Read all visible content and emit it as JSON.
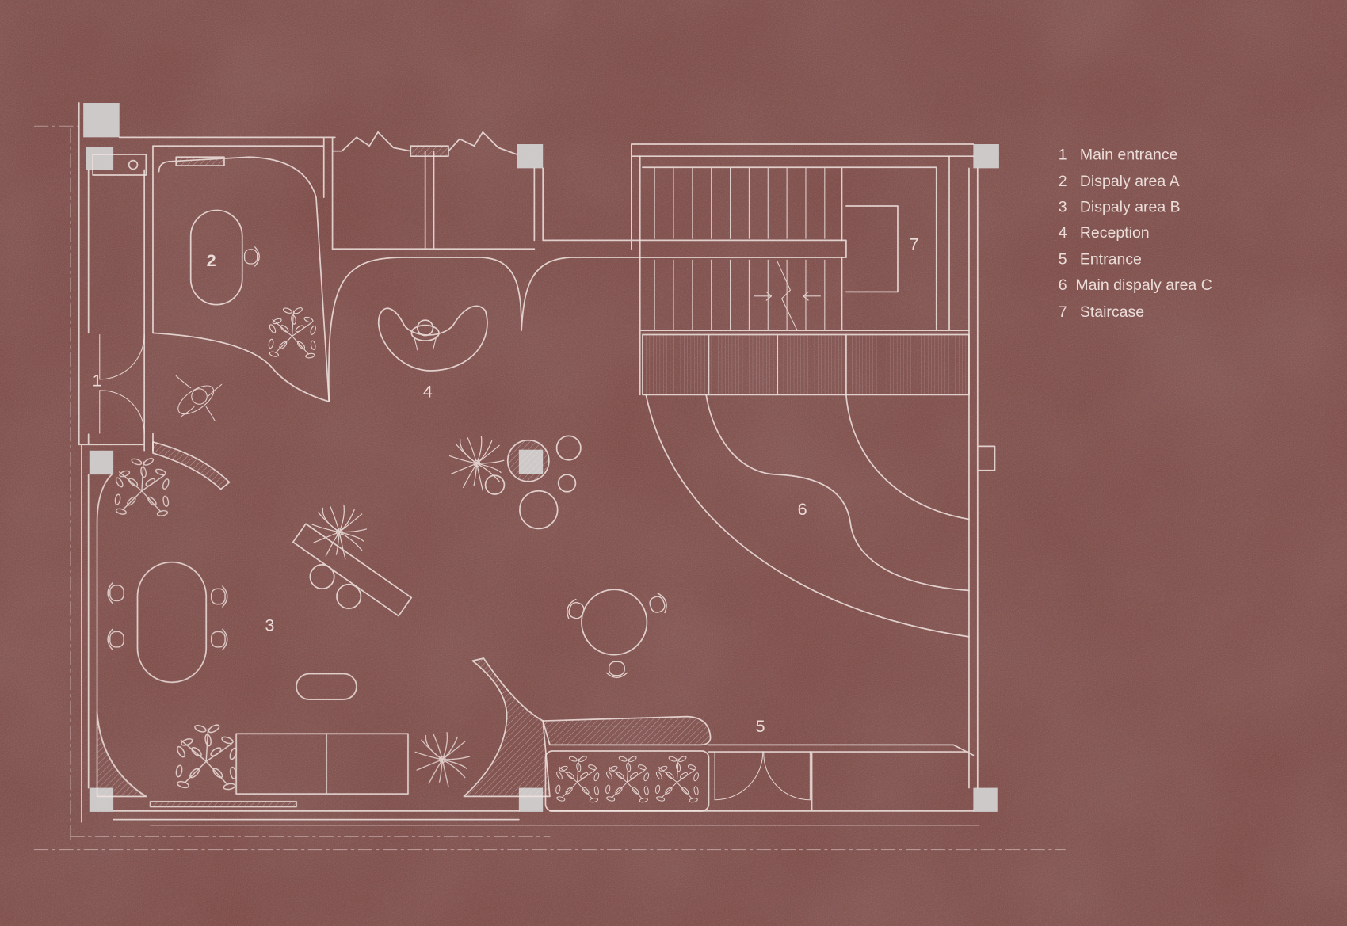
{
  "colors": {
    "background": "#7b4541",
    "line": "#f1e4e0",
    "column": "#d2d0d0"
  },
  "plan": {
    "area_labels": [
      "1",
      "2",
      "3",
      "4",
      "5",
      "6",
      "7"
    ]
  },
  "legend": {
    "items": [
      {
        "number": "1",
        "label": "Main entrance"
      },
      {
        "number": "2",
        "label": "Dispaly area A"
      },
      {
        "number": "3",
        "label": "Dispaly area B"
      },
      {
        "number": "4",
        "label": "Reception"
      },
      {
        "number": "5",
        "label": "Entrance"
      },
      {
        "number": "6",
        "label": "Main dispaly area C"
      },
      {
        "number": "7",
        "label": "Staircase"
      }
    ]
  }
}
